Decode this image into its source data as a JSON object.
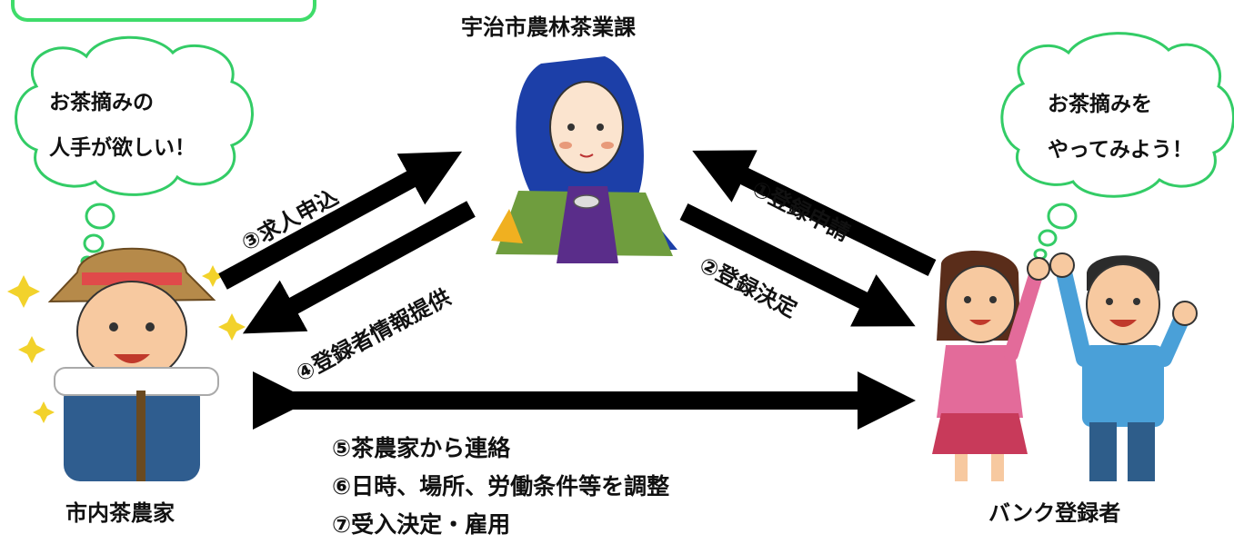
{
  "nodes": {
    "city_office": "宇治市農林茶業課",
    "tea_farmer": "市内茶農家",
    "bank_registrant": "バンク登録者"
  },
  "thoughts": {
    "farmer": [
      "お茶摘みの",
      "人手が欲しい！"
    ],
    "registrant": [
      "お茶摘みを",
      "やってみよう！"
    ]
  },
  "arrows": {
    "step1": "①登録申請",
    "step2": "②登録決定",
    "step3": "③求人申込",
    "step4": "④登録者情報提供"
  },
  "steps": [
    "⑤茶農家から連絡",
    "⑥日時、場所、労働条件等を調整",
    "⑦受入決定・雇用"
  ],
  "colors": {
    "frame_accent": "#3fdc6a",
    "cloud_outline": "#33cc66",
    "arrow": "#000000"
  }
}
